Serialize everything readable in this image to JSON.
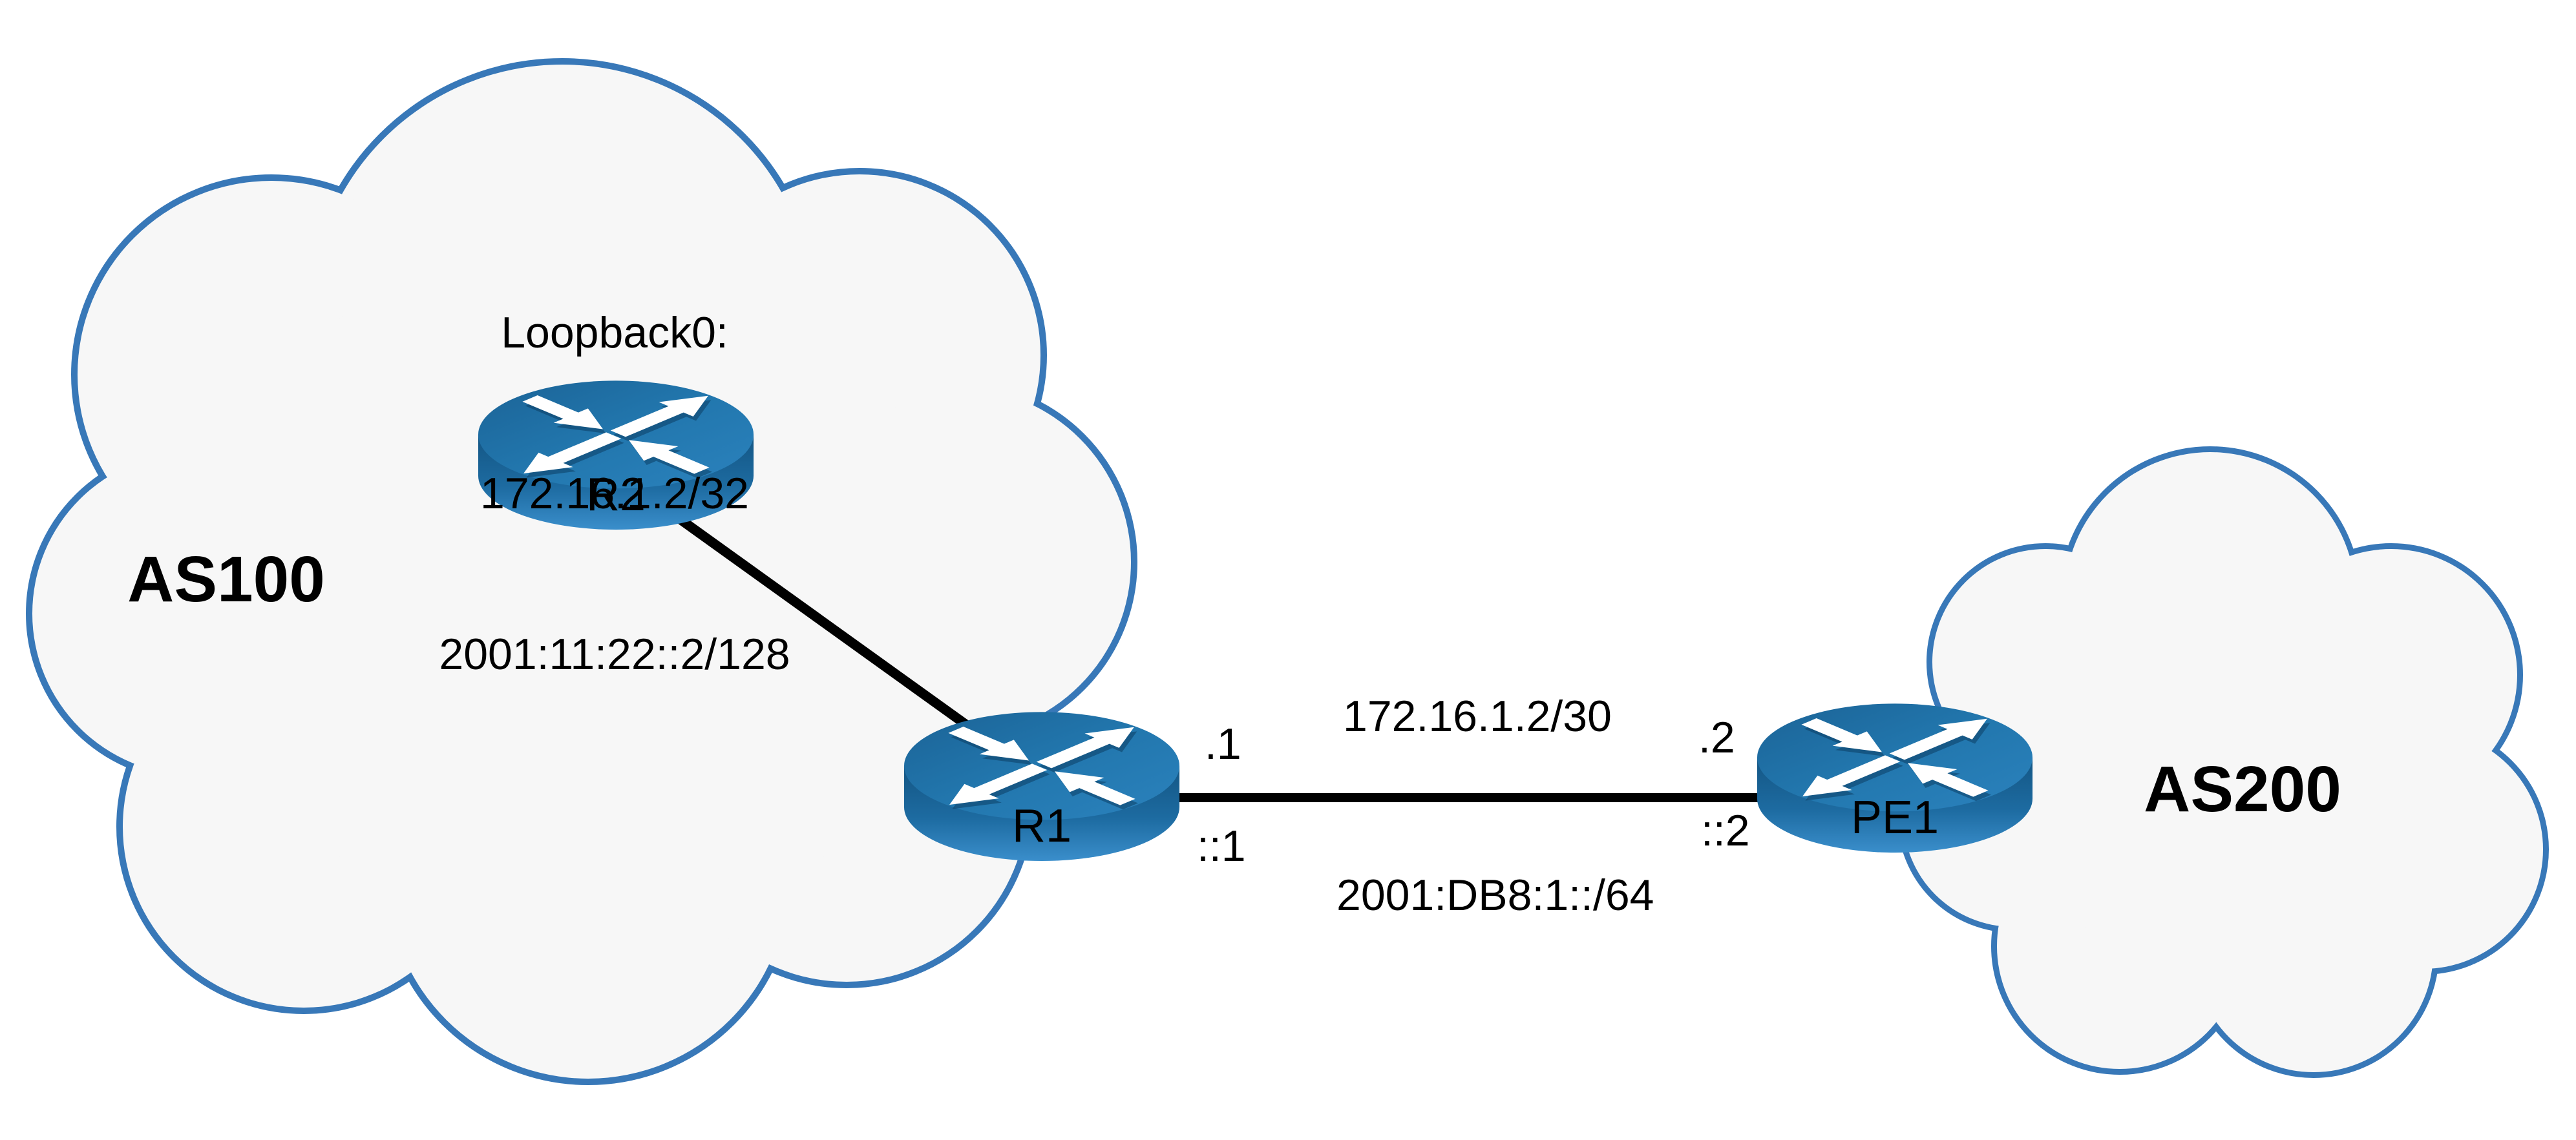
{
  "clouds": {
    "as100": {
      "label": "AS100"
    },
    "as200": {
      "label": "AS200"
    }
  },
  "routers": {
    "r2": {
      "label": "R2",
      "loopback": [
        "Loopback0:",
        "172.16.1.2/32",
        "2001:11:22::2/128"
      ]
    },
    "r1": {
      "label": "R1",
      "ipv4": ".1",
      "ipv6": "::1"
    },
    "pe1": {
      "label": "PE1",
      "ipv4": ".2",
      "ipv6": "::2"
    }
  },
  "links": {
    "r1_pe1": {
      "ipv4_subnet": "172.16.1.2/30",
      "ipv6_subnet": "2001:DB8:1::/64"
    }
  },
  "colors": {
    "cloud_fill": "#f7f7f7",
    "cloud_stroke": "#3878b8",
    "link_line": "#000000",
    "router_top_blue": "#2277ae",
    "router_side_blue": "#1d6ba1",
    "text": "#000000"
  }
}
